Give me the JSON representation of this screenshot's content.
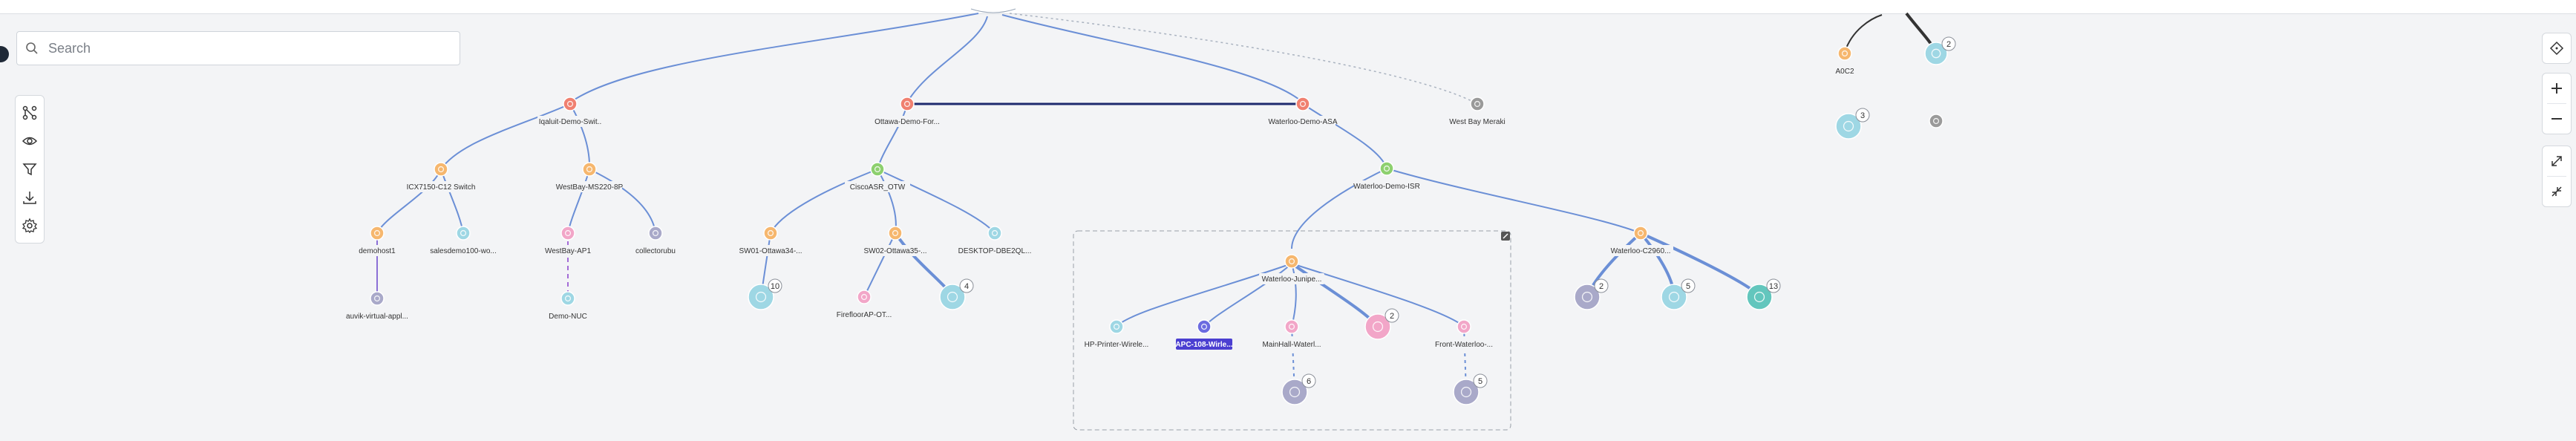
{
  "search": {
    "placeholder": "Search"
  },
  "colors": {
    "firewall": "#f08070",
    "router": "#8dd06e",
    "switch": "#f6b76e",
    "ap": "#f2a6c8",
    "client": "#9ed7e4",
    "phone": "#63c6bd",
    "server": "#a9a9c9",
    "selected": "#6b6be0",
    "gray": "#9a9a9a",
    "line": "#6b8fd6"
  },
  "toolbar": {
    "items": [
      {
        "name": "topology-layout-icon"
      },
      {
        "name": "eye-icon"
      },
      {
        "name": "filter-icon"
      },
      {
        "name": "download-icon"
      },
      {
        "name": "gear-icon"
      }
    ]
  },
  "right_toolbar": {
    "items": [
      {
        "name": "recenter-icon"
      },
      {
        "name": "zoom-in-icon"
      },
      {
        "name": "zoom-out-icon"
      },
      {
        "name": "expand-icon"
      },
      {
        "name": "collapse-icon"
      }
    ]
  },
  "nodes": [
    {
      "id": "ig",
      "label": "Iqaluit-Demo-Swit..",
      "kind": "firewall"
    },
    {
      "id": "ot",
      "label": "Ottawa-Demo-For...",
      "kind": "firewall"
    },
    {
      "id": "wa",
      "label": "Waterloo-Demo-ASA",
      "kind": "firewall"
    },
    {
      "id": "wb",
      "label": "West Bay Meraki",
      "kind": "gray"
    },
    {
      "id": "a0c2",
      "label": "A0C2",
      "kind": "switch"
    },
    {
      "id": "tr1",
      "label": "",
      "kind": "client",
      "count": "2"
    },
    {
      "id": "tr2",
      "label": "",
      "kind": "client",
      "count": "3"
    },
    {
      "id": "tr3",
      "label": "",
      "kind": "gray"
    },
    {
      "id": "icx",
      "label": "ICX7150-C12 Switch",
      "kind": "switch"
    },
    {
      "id": "wbms",
      "label": "WestBay-MS220-8P",
      "kind": "switch"
    },
    {
      "id": "casr",
      "label": "CiscoASR_OTW",
      "kind": "router"
    },
    {
      "id": "wisr",
      "label": "Waterloo-Demo-ISR",
      "kind": "router"
    },
    {
      "id": "dh1",
      "label": "demohost1",
      "kind": "switch"
    },
    {
      "id": "sd",
      "label": "salesdemo100-wo...",
      "kind": "client"
    },
    {
      "id": "wbap",
      "label": "WestBay-AP1",
      "kind": "ap"
    },
    {
      "id": "col",
      "label": "collectorubu",
      "kind": "server"
    },
    {
      "id": "sw01",
      "label": "SW01-Ottawa34-...",
      "kind": "switch"
    },
    {
      "id": "sw02",
      "label": "SW02-Ottawa35-...",
      "kind": "switch"
    },
    {
      "id": "desk",
      "label": "DESKTOP-DBE2QL...",
      "kind": "client"
    },
    {
      "id": "aux",
      "label": "auvik-virtual-appl...",
      "kind": "server"
    },
    {
      "id": "nuc",
      "label": "Demo-NUC",
      "kind": "client"
    },
    {
      "id": "otcl",
      "label": "",
      "kind": "client",
      "count": "10"
    },
    {
      "id": "ffap",
      "label": "FirefloorAP-OT...",
      "kind": "ap"
    },
    {
      "id": "otcl2",
      "label": "",
      "kind": "client",
      "count": "4"
    },
    {
      "id": "wjun",
      "label": "Waterloo-Junipe...",
      "kind": "switch"
    },
    {
      "id": "wc29",
      "label": "Waterloo-C2960...",
      "kind": "switch"
    },
    {
      "id": "hp",
      "label": "HP-Printer-Wirele...",
      "kind": "client"
    },
    {
      "id": "apc",
      "label": "APC-108-Wirle...",
      "kind": "selected"
    },
    {
      "id": "mh",
      "label": "MainHall-Waterl...",
      "kind": "ap"
    },
    {
      "id": "mhc",
      "label": "",
      "kind": "ap",
      "count": "2"
    },
    {
      "id": "fw",
      "label": "Front-Waterloo-...",
      "kind": "ap"
    },
    {
      "id": "mhs",
      "label": "",
      "kind": "server",
      "count": "6"
    },
    {
      "id": "fws",
      "label": "",
      "kind": "server",
      "count": "5"
    },
    {
      "id": "c29a",
      "label": "",
      "kind": "server",
      "count": "2"
    },
    {
      "id": "c29b",
      "label": "",
      "kind": "client",
      "count": "5"
    },
    {
      "id": "c29c",
      "label": "",
      "kind": "phone",
      "count": "13"
    }
  ]
}
